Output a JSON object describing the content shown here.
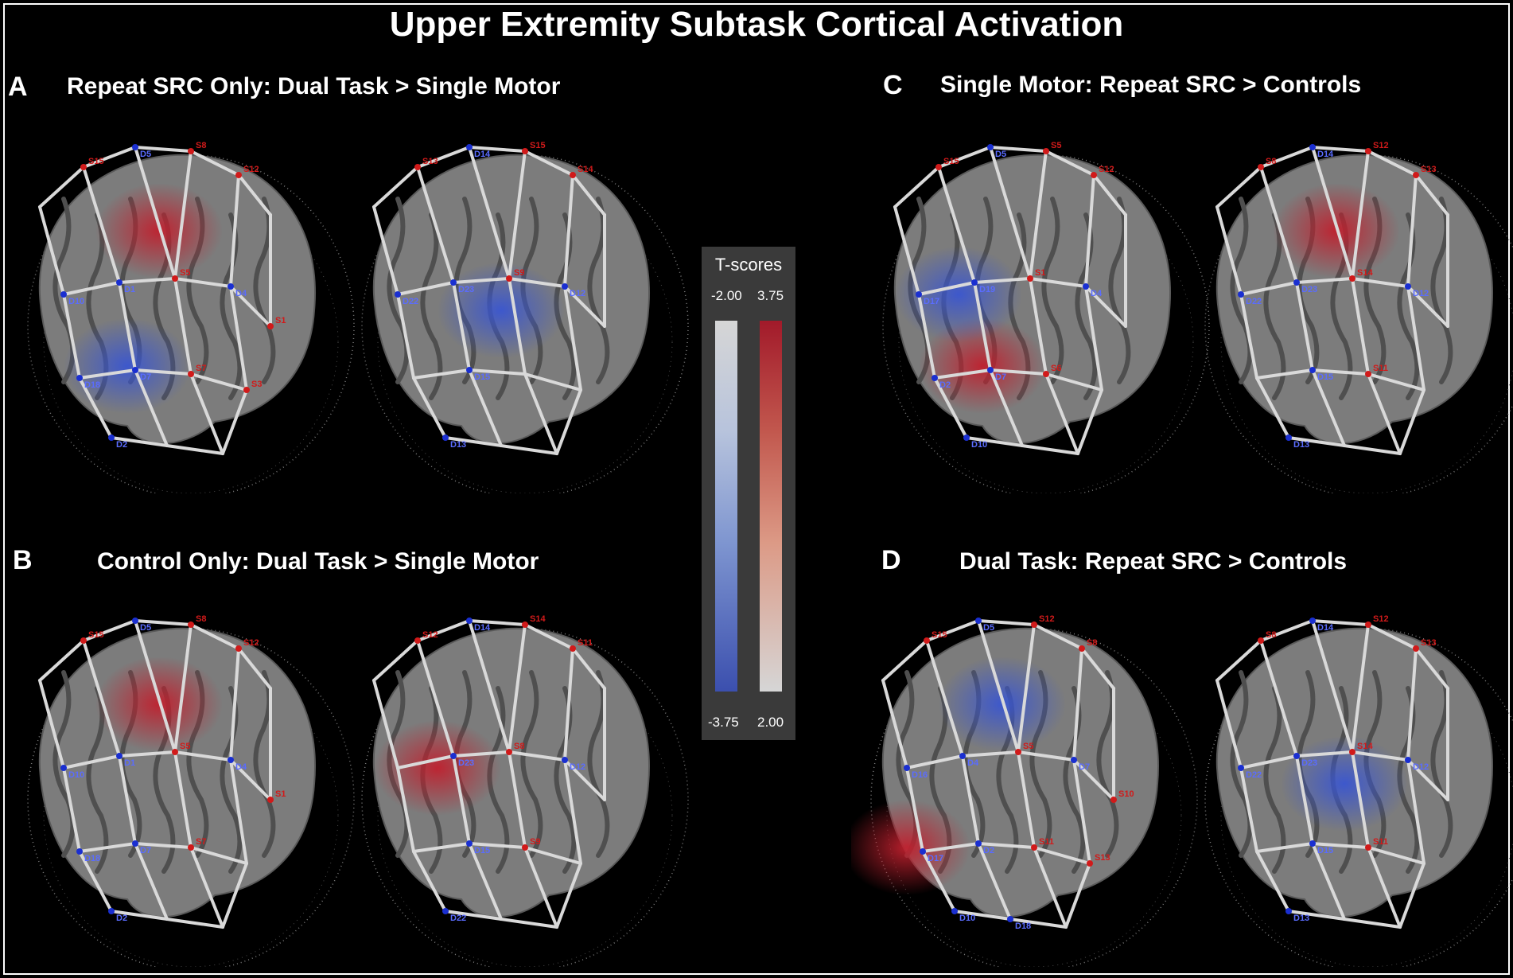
{
  "figure_title": "Upper Extremity Subtask Cortical Activation",
  "panels": [
    {
      "letter": "A",
      "title": "Repeat SRC Only: Dual Task > Single Motor"
    },
    {
      "letter": "B",
      "title": "Control Only: Dual Task > Single Motor"
    },
    {
      "letter": "C",
      "title": "Single Motor: Repeat SRC > Controls"
    },
    {
      "letter": "D",
      "title": "Dual Task: Repeat SRC > Controls"
    }
  ],
  "legend": {
    "title": "T-scores",
    "cool_top": "-2.00",
    "cool_bottom": "-3.75",
    "warm_top": "3.75",
    "warm_bottom": "2.00"
  },
  "colors": {
    "background": "#000000",
    "positive": "#c0202e",
    "negative": "#3a56d0",
    "probe_line": "#d9d9d9",
    "source": "#d11a1a",
    "detector": "#1a2fd1"
  },
  "views": [
    {
      "panel": "A",
      "side": "lateral",
      "source_labels": [
        "S15",
        "S8",
        "S12",
        "S5",
        "S7",
        "S1",
        "S3"
      ],
      "detector_labels": [
        "D5",
        "D1",
        "D4",
        "D7",
        "D2",
        "D10",
        "D18"
      ],
      "activations": [
        {
          "sign": "negative",
          "area": "inferior frontal"
        },
        {
          "sign": "positive",
          "area": "superior frontal"
        }
      ]
    },
    {
      "panel": "A",
      "side": "medial",
      "source_labels": [
        "S13",
        "S15",
        "S14",
        "S9"
      ],
      "detector_labels": [
        "D14",
        "D23",
        "D12",
        "D15",
        "D13",
        "D22"
      ],
      "activations": [
        {
          "sign": "negative",
          "area": "central"
        }
      ]
    },
    {
      "panel": "B",
      "side": "lateral",
      "source_labels": [
        "S15",
        "S8",
        "S12",
        "S5",
        "S7",
        "S1"
      ],
      "detector_labels": [
        "D5",
        "D1",
        "D4",
        "D7",
        "D2",
        "D10",
        "D18"
      ],
      "activations": [
        {
          "sign": "positive",
          "area": "superior frontal"
        }
      ]
    },
    {
      "panel": "B",
      "side": "medial",
      "source_labels": [
        "S12",
        "S14",
        "S11",
        "S8",
        "S9"
      ],
      "detector_labels": [
        "D14",
        "D23",
        "D12",
        "D15",
        "D22"
      ],
      "activations": [
        {
          "sign": "positive",
          "area": "frontal"
        }
      ]
    },
    {
      "panel": "C",
      "side": "lateral",
      "source_labels": [
        "S15",
        "S5",
        "S12",
        "S1",
        "S6"
      ],
      "detector_labels": [
        "D5",
        "D19",
        "D4",
        "D7",
        "D10",
        "D17",
        "D2"
      ],
      "activations": [
        {
          "sign": "positive",
          "area": "inferior frontal"
        },
        {
          "sign": "negative",
          "area": "frontal"
        }
      ]
    },
    {
      "panel": "C",
      "side": "medial",
      "source_labels": [
        "S8",
        "S12",
        "S13",
        "S14",
        "S11"
      ],
      "detector_labels": [
        "D14",
        "D23",
        "D12",
        "D15",
        "D13",
        "D22"
      ],
      "activations": [
        {
          "sign": "positive",
          "area": "superior frontal"
        }
      ]
    },
    {
      "panel": "D",
      "side": "lateral",
      "source_labels": [
        "S15",
        "S12",
        "S8",
        "S5",
        "S11",
        "S10",
        "S13"
      ],
      "detector_labels": [
        "D5",
        "D4",
        "D7",
        "D2",
        "D10",
        "D16",
        "D17",
        "D18"
      ],
      "activations": [
        {
          "sign": "negative",
          "area": "superior frontal"
        },
        {
          "sign": "positive",
          "area": "posterior"
        }
      ]
    },
    {
      "panel": "D",
      "side": "medial",
      "source_labels": [
        "S8",
        "S12",
        "S13",
        "S14",
        "S11"
      ],
      "detector_labels": [
        "D14",
        "D23",
        "D12",
        "D15",
        "D13",
        "D22"
      ],
      "activations": [
        {
          "sign": "negative",
          "area": "central"
        }
      ]
    }
  ]
}
